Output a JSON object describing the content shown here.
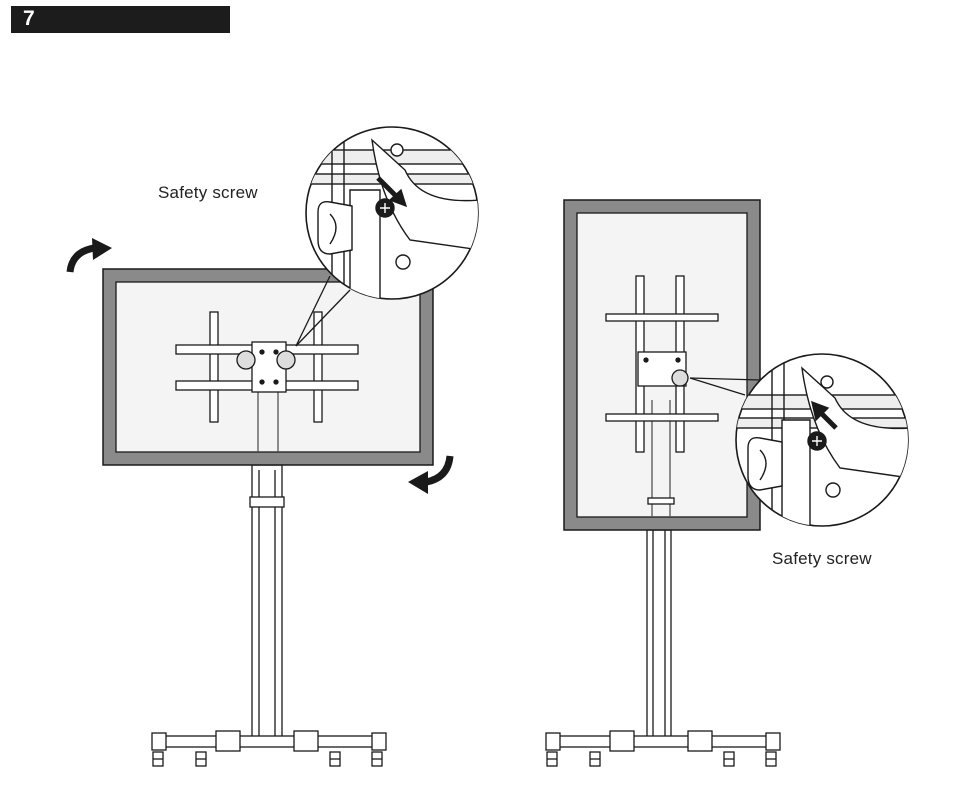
{
  "step": {
    "number": "7"
  },
  "labels": {
    "left_callout": "Safety screw",
    "right_callout": "Safety screw"
  },
  "colors": {
    "bezel": "#8a8a8a",
    "screen": "#f4f4f4",
    "ink": "#1a1a1a",
    "step_bar": "#1c1c1c"
  }
}
